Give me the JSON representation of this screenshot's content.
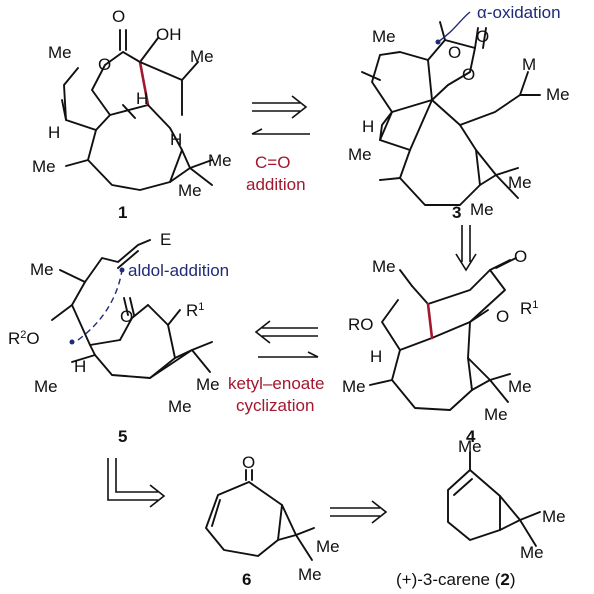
{
  "compounds": [
    {
      "id": "1",
      "label": "1"
    },
    {
      "id": "3",
      "label": "3"
    },
    {
      "id": "5",
      "label": "5"
    },
    {
      "id": "4",
      "label": "4"
    },
    {
      "id": "6",
      "label": "6"
    },
    {
      "id": "2",
      "name": "(+)-3-carene (",
      "number": "2",
      "suffix": ")"
    }
  ],
  "atoms": {
    "me": "Me",
    "oh": "OH",
    "o": "O",
    "h": "H",
    "m": "M",
    "e": "E",
    "ro": "RO",
    "r": "R",
    "one": "1",
    "two": "2"
  },
  "annotations": {
    "alpha_oxidation": "α-oxidation",
    "aldol_addition": "aldol-addition"
  },
  "arrows": {
    "co_addition": [
      "C=O",
      "addition"
    ],
    "ketyl": [
      "ketyl–enoate",
      "cyclization"
    ]
  },
  "colors": {
    "bond": "#111111",
    "highlight_bond": "#a3172e",
    "caption": "#a3172e",
    "annotation": "#1f2a78"
  }
}
